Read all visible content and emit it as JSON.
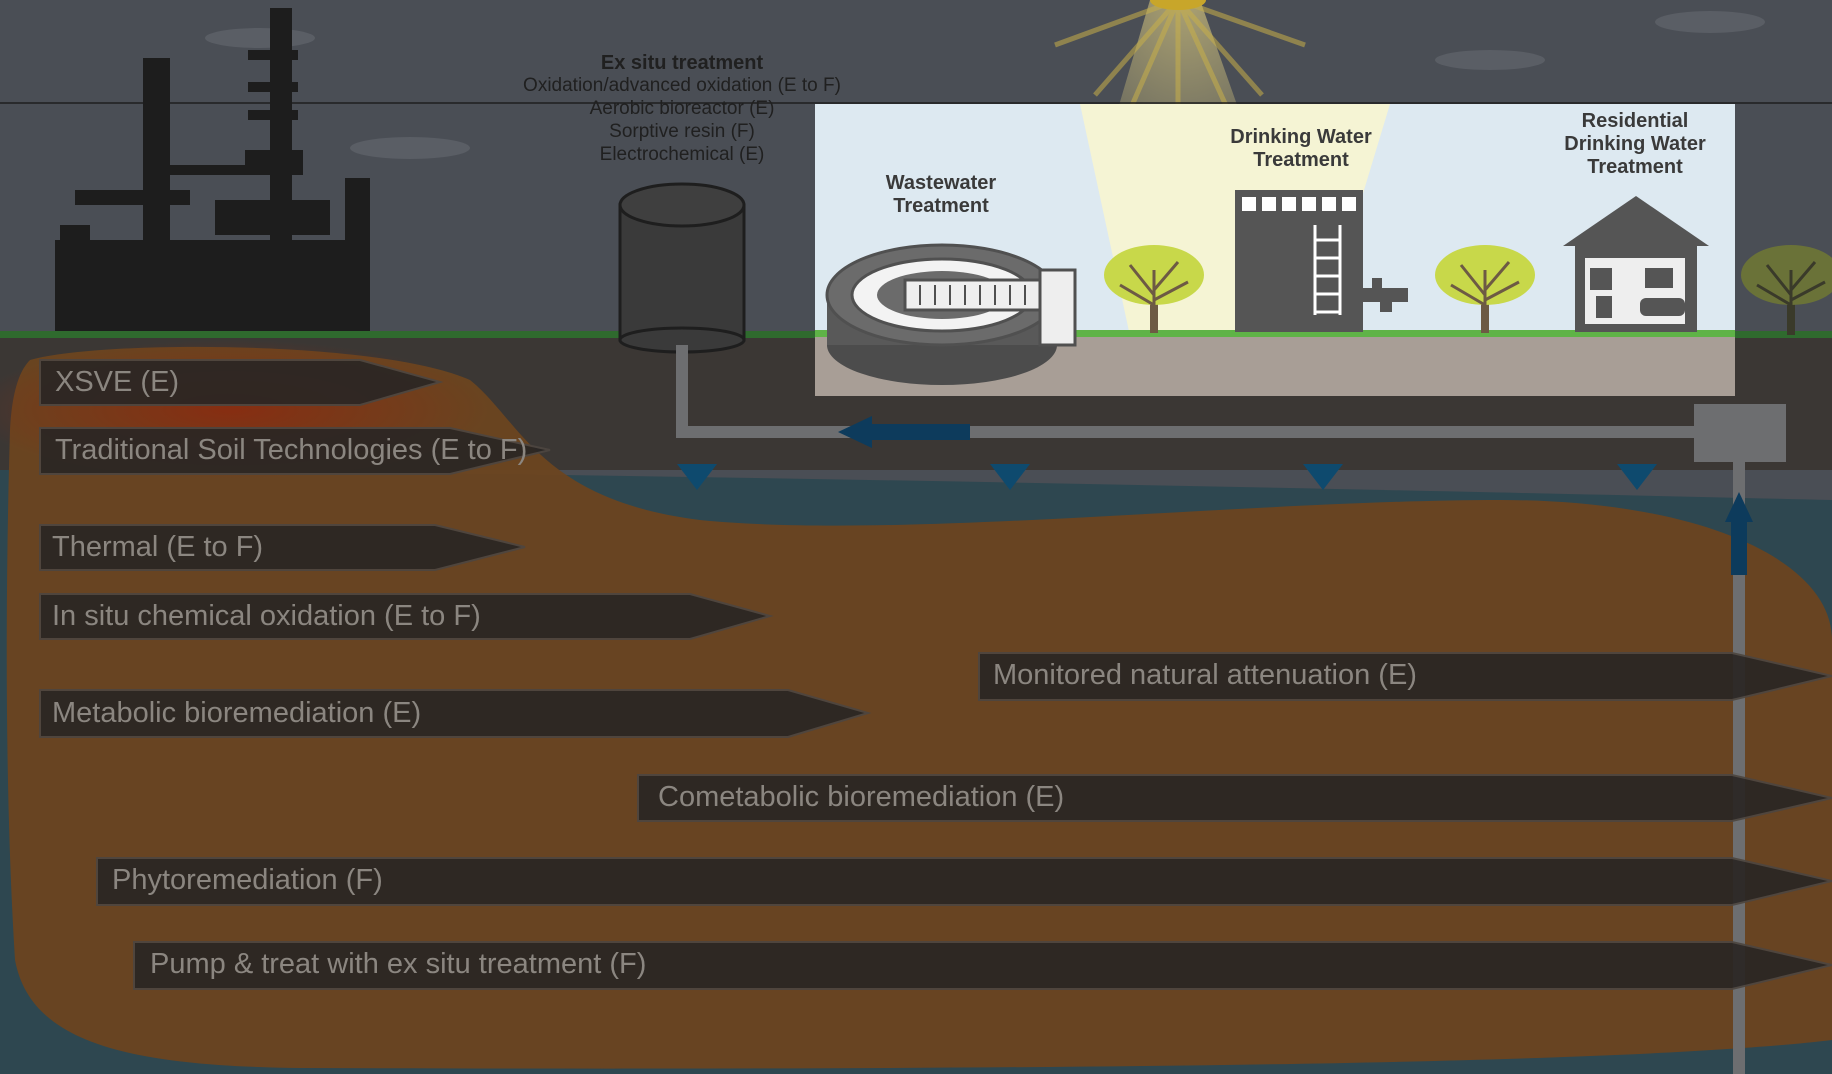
{
  "ex_situ": {
    "title": "Ex situ treatment",
    "items": [
      "Oxidation/advanced oxidation (E to F)",
      "Aerobic bioreactor (E)",
      "Sorptive resin (F)",
      "Electrochemical (E)"
    ]
  },
  "facilities": {
    "wastewater": [
      "Wastewater",
      "Treatment"
    ],
    "drinking": [
      "Drinking Water",
      "Treatment"
    ],
    "residential": [
      "Residential",
      "Drinking Water",
      "Treatment"
    ]
  },
  "technologies": [
    "XSVE (E)",
    "Traditional Soil Technologies (E to F)",
    "Thermal (E to F)",
    "In situ chemical oxidation (E to F)",
    "Monitored natural attenuation (E)",
    "Metabolic bioremediation (E)",
    "Cometabolic bioremediation (E)",
    "Phytoremediation (F)",
    "Pump & treat with ex situ treatment  (F)"
  ],
  "colors": {
    "sky": "#4a4e55",
    "ground": "#3b3734",
    "groundwater": "#2e4750",
    "plume": "#6b4520",
    "highlight_panel": "#dde9f1",
    "tree": "#c8d84a",
    "grass": "#5fb347",
    "pipe": "#6d6e70",
    "flow_arrow": "#0d3b5c"
  }
}
